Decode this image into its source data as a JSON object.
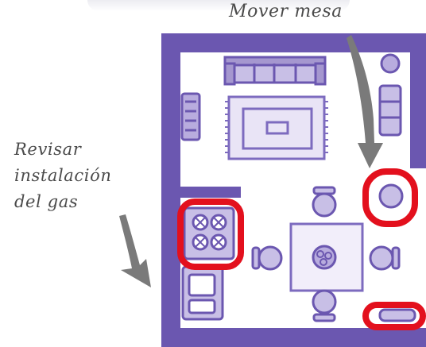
{
  "annotations": {
    "move_table": "Mover mesa",
    "check_gas_lines": [
      "Revisar",
      "instalación",
      "del gas"
    ]
  },
  "colors": {
    "wall": "#6b57b0",
    "furniture": "#a597cf",
    "furniture_dark": "#7d6bbf",
    "highlight": "#e3101d",
    "arrow": "#7a7a7a",
    "text": "#4b4b4b"
  },
  "icons": [
    "sofa-icon",
    "rug-icon",
    "chair-icon",
    "dining-table-icon",
    "stove-icon",
    "sink-icon",
    "arrow-icon"
  ]
}
